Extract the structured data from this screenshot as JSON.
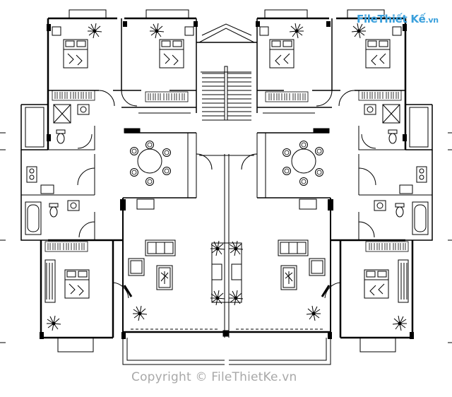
{
  "logo": {
    "brand": "File",
    "rest": "Thiết Kế",
    "suffix": ".vn"
  },
  "watermark": {
    "text": "Copyright © FileThietKe.vn"
  },
  "colors": {
    "line": "#000000",
    "brand": "#3aa0dc",
    "watermark": "#9a9a9a"
  }
}
